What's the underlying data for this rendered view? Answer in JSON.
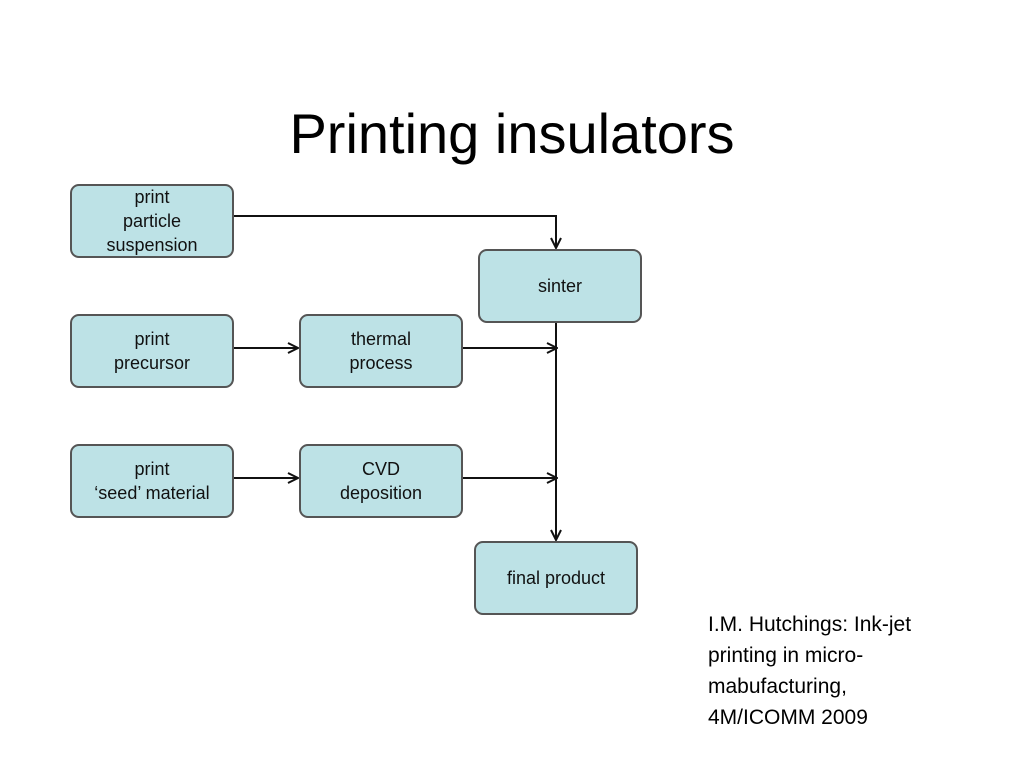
{
  "slide": {
    "title": "Printing insulators"
  },
  "diagram": {
    "box_fill": "#bde2e6",
    "box_border": "#555555",
    "line_color": "#111111",
    "nodes": {
      "print_particle_suspension": "print\nparticle\nsuspension",
      "sinter": "sinter",
      "print_precursor": "print\nprecursor",
      "thermal_process": "thermal\nprocess",
      "print_seed_material": "print\n‘seed’ material",
      "cvd_deposition": "CVD\ndeposition",
      "final_product": "final product"
    },
    "edges": [
      {
        "from": "print particle suspension",
        "to": "sinter"
      },
      {
        "from": "print precursor",
        "to": "thermal process"
      },
      {
        "from": "thermal process",
        "to": "sinter-final trunk"
      },
      {
        "from": "print ‘seed’ material",
        "to": "CVD deposition"
      },
      {
        "from": "CVD deposition",
        "to": "sinter-final trunk"
      },
      {
        "from": "sinter",
        "to": "final product"
      }
    ]
  },
  "citation": {
    "text": "I.M. Hutchings: Ink-jet\nprinting in micro-\nmabufacturing,\n4M/ICOMM 2009"
  }
}
